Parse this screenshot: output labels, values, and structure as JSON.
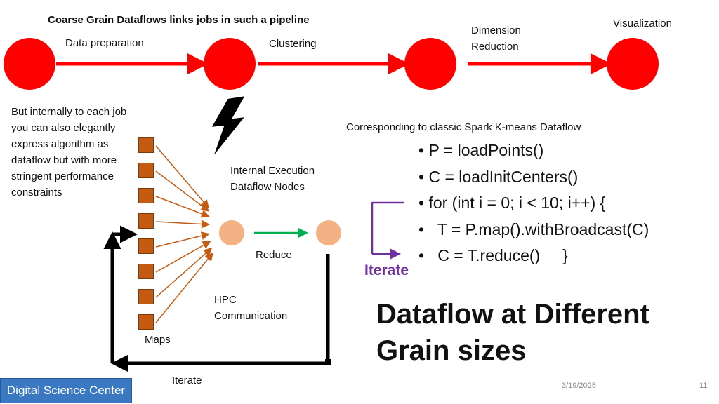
{
  "pipeline": {
    "title": "Coarse Grain Dataflows links jobs in such a pipeline",
    "stage_labels": [
      "Data preparation",
      "Clustering",
      "Dimension\nReduction",
      "Visualization"
    ]
  },
  "internal_text": "But internally to each job you can also elegantly express algorithm as dataflow but with more stringent performance constraints",
  "internal_nodes_label": "Internal Execution Dataflow Nodes",
  "reduce_label": "Reduce",
  "hpc_label": "HPC Communication",
  "maps_label": "Maps",
  "iterate_bottom_label": "Iterate",
  "spark": {
    "heading": "Corresponding to classic Spark K-means Dataflow",
    "lines": [
      "P = loadPoints()",
      "C = loadInitCenters()",
      "for (int i = 0; i < 10; i++) {",
      "  T = P.map().withBroadcast(C)",
      "  C = T.reduce()     }"
    ],
    "iterate_label": "Iterate",
    "iterate_color": "#7030a0"
  },
  "big_title": "Dataflow at Different Grain sizes",
  "footer": {
    "org": "Digital Science Center",
    "date": "3/19/2025",
    "page": "11"
  },
  "colors": {
    "pipeline_node": "#ff0000",
    "map_square": "#c55a11",
    "exec_node": "#f4b183",
    "map_arrow": "#c55a11",
    "exec_arrow": "#00b050",
    "footer_bg": "#3a78c2",
    "iterate_purple": "#7030a0"
  }
}
